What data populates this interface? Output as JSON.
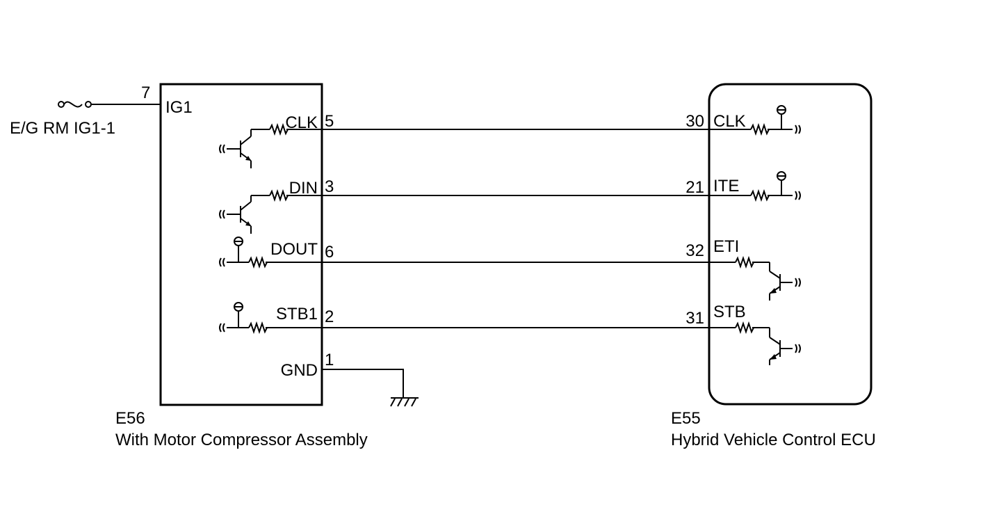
{
  "power": {
    "fuse_label": "E/G RM IG1-1"
  },
  "left_component": {
    "connector": "E56",
    "name": "With Motor Compressor Assembly",
    "ig_pin": "7",
    "ig_label": "IG1",
    "pins": [
      {
        "num": "5",
        "label": "CLK"
      },
      {
        "num": "3",
        "label": "DIN"
      },
      {
        "num": "6",
        "label": "DOUT"
      },
      {
        "num": "2",
        "label": "STB1"
      },
      {
        "num": "1",
        "label": "GND"
      }
    ]
  },
  "right_component": {
    "connector": "E55",
    "name": "Hybrid Vehicle Control ECU",
    "pins": [
      {
        "num": "30",
        "label": "CLK"
      },
      {
        "num": "21",
        "label": "ITE"
      },
      {
        "num": "32",
        "label": "ETI"
      },
      {
        "num": "31",
        "label": "STB"
      }
    ]
  }
}
